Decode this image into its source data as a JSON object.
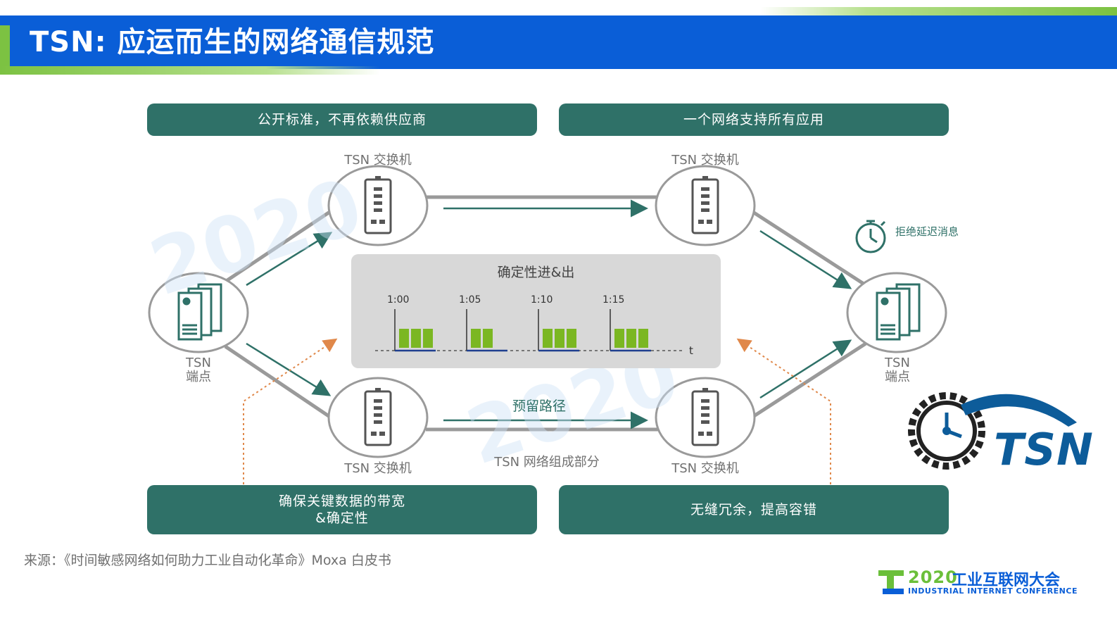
{
  "title": "TSN: 应运而生的网络通信规范",
  "top_boxes": {
    "left": "公开标准，不再依赖供应商",
    "right": "一个网络支持所有应用"
  },
  "bottom_boxes": {
    "left_line1": "确保关键数据的带宽",
    "left_line2": "&确定性",
    "right": "无缝冗余，提高容错"
  },
  "nodes": {
    "switch_label": "TSN 交换机",
    "endpoint_line1": "TSN",
    "endpoint_line2": "端点"
  },
  "timing": {
    "title": "确定性进&出",
    "ticks": [
      "1:00",
      "1:05",
      "1:10",
      "1:15"
    ],
    "axis_label": "t",
    "packet_counts": [
      3,
      2,
      3,
      3
    ]
  },
  "reserved_path_label": "预留路径",
  "network_part_label": "TSN 网络组成部分",
  "reject_label": "拒绝延迟消息",
  "tsn_logo_text": "TSN",
  "source": "来源：《时间敏感网络如何助力工业自动化革命》Moxa 白皮书",
  "conference_logo": {
    "year": "2020",
    "name": "工业互联网大会",
    "subtitle": "INDUSTRIAL INTERNET CONFERENCE"
  },
  "colors": {
    "title_bar": "#0a5ed7",
    "accent_green": "#7cc242",
    "teal": "#2f7168",
    "packet_green": "#7bb722",
    "arrow_orange": "#e0884a"
  }
}
